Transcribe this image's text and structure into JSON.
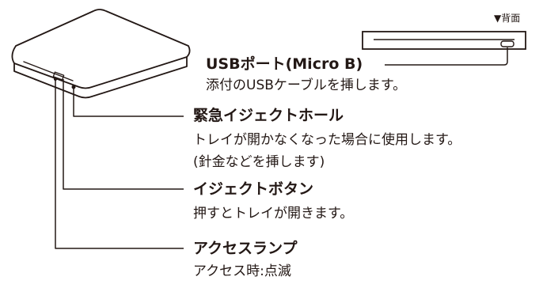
{
  "rear_view_label": "▼背面",
  "callouts": [
    {
      "title": "USBポート(Micro B)",
      "lines": [
        "添付のUSBケーブルを挿します。"
      ]
    },
    {
      "title": "緊急イジェクトホール",
      "lines": [
        "トレイが開かなくなった場合に使用します。",
        "(針金などを挿します)"
      ]
    },
    {
      "title": "イジェクトボタン",
      "lines": [
        "押すとトレイが開きます。"
      ]
    },
    {
      "title": "アクセスランプ",
      "lines": [
        "アクセス時:点滅"
      ]
    }
  ],
  "colors": {
    "line": "#231815",
    "background": "#ffffff"
  }
}
